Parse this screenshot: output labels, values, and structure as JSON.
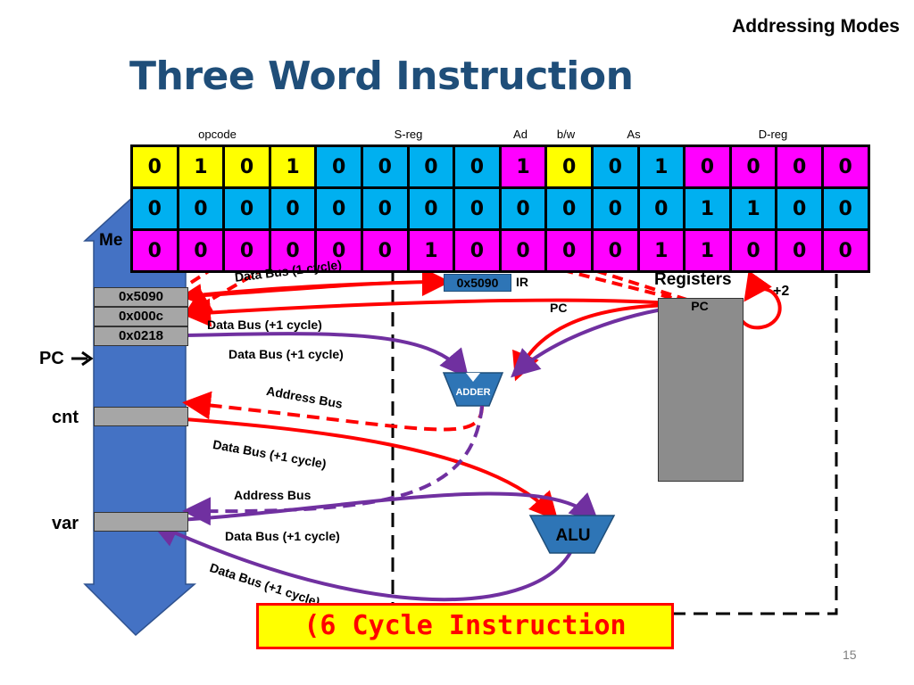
{
  "header": {
    "section": "Addressing Modes",
    "title": "Three Word Instruction"
  },
  "instruction_format": {
    "fields": [
      {
        "name": "opcode"
      },
      {
        "name": "S-reg"
      },
      {
        "name": "Ad"
      },
      {
        "name": "b/w"
      },
      {
        "name": "As"
      },
      {
        "name": "D-reg"
      }
    ],
    "words": [
      {
        "bits": [
          "0",
          "1",
          "0",
          "1",
          "0",
          "0",
          "0",
          "0",
          "1",
          "0",
          "0",
          "1",
          "0",
          "0",
          "0",
          "0"
        ],
        "colors": [
          "yellow",
          "yellow",
          "yellow",
          "yellow",
          "cyan",
          "cyan",
          "cyan",
          "cyan",
          "magenta",
          "yellow",
          "cyan",
          "cyan",
          "magenta",
          "magenta",
          "magenta",
          "magenta"
        ]
      },
      {
        "bits": [
          "0",
          "0",
          "0",
          "0",
          "0",
          "0",
          "0",
          "0",
          "0",
          "0",
          "0",
          "0",
          "1",
          "1",
          "0",
          "0"
        ],
        "colors": [
          "cyan",
          "cyan",
          "cyan",
          "cyan",
          "cyan",
          "cyan",
          "cyan",
          "cyan",
          "cyan",
          "cyan",
          "cyan",
          "cyan",
          "cyan",
          "cyan",
          "cyan",
          "cyan"
        ]
      },
      {
        "bits": [
          "0",
          "0",
          "0",
          "0",
          "0",
          "0",
          "1",
          "0",
          "0",
          "0",
          "0",
          "1",
          "1",
          "0",
          "0",
          "0"
        ],
        "colors": [
          "magenta",
          "magenta",
          "magenta",
          "magenta",
          "magenta",
          "magenta",
          "magenta",
          "magenta",
          "magenta",
          "magenta",
          "magenta",
          "magenta",
          "magenta",
          "magenta",
          "magenta",
          "magenta"
        ]
      }
    ],
    "palette": {
      "yellow": "#ffff00",
      "cyan": "#00b0f0",
      "magenta": "#ff00ff"
    }
  },
  "memory": {
    "label": "Me",
    "cells": [
      "0x5090",
      "0x000c",
      "0x0218"
    ],
    "pc_label": "PC",
    "cnt_label": "cnt",
    "var_label": "var"
  },
  "cpu": {
    "ir_value": "0x5090",
    "ir_label": "IR",
    "registers_label": "Registers",
    "pc_register": "PC",
    "pc_arrow_label": "PC",
    "increment": "+2",
    "adder_label": "ADDER",
    "alu_label": "ALU"
  },
  "buses": {
    "data_bus_1": "Data Bus (1 cycle)",
    "data_bus_plus1_a": "Data Bus (+1 cycle)",
    "data_bus_plus1_b": "Data Bus (+1 cycle)",
    "address_bus_1": "Address Bus",
    "data_bus_plus1_c": "Data Bus (+1 cycle)",
    "address_bus_2": "Address Bus",
    "data_bus_plus1_d": "Data Bus (+1 cycle)",
    "data_bus_plus1_e": "Data Bus (+1 cycle)"
  },
  "summary": {
    "text": "(6 Cycle Instruction",
    "page": "15"
  },
  "colors": {
    "red": "#ff0000",
    "purple": "#7030a0",
    "title_blue": "#1f4e79",
    "memory_blue": "#4472c4",
    "ir_blue": "#2e75b6"
  }
}
